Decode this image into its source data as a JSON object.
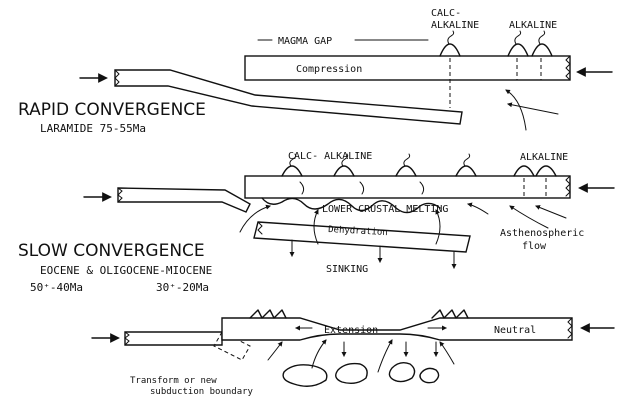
{
  "panels": {
    "rapid": {
      "title": "RAPID CONVERGENCE",
      "subtitle": "LARAMIDE 75-55Ma",
      "magma_gap": "MAGMA GAP",
      "calc_alkaline_1": "CALC-",
      "calc_alkaline_2": "ALKALINE",
      "alkaline": "ALKALINE",
      "compression": "Compression"
    },
    "slow": {
      "title": "SLOW CONVERGENCE",
      "subtitle": "EOCENE & OLIGOCENE-MIOCENE",
      "age_1": "50⁺-40Ma",
      "age_2": "30⁺-20Ma",
      "calc_alkaline": "CALC- ALKALINE",
      "alkaline": "ALKALINE",
      "melting": "LOWER CRUSTAL MELTING",
      "dehydration": "Dehydration",
      "sinking": "SINKING",
      "astheno_1": "Asthenospheric",
      "astheno_2": "flow"
    },
    "extension": {
      "extension": "Extension",
      "neutral": "Neutral",
      "transform_1": "Transform or new",
      "transform_2": "subduction boundary"
    }
  }
}
